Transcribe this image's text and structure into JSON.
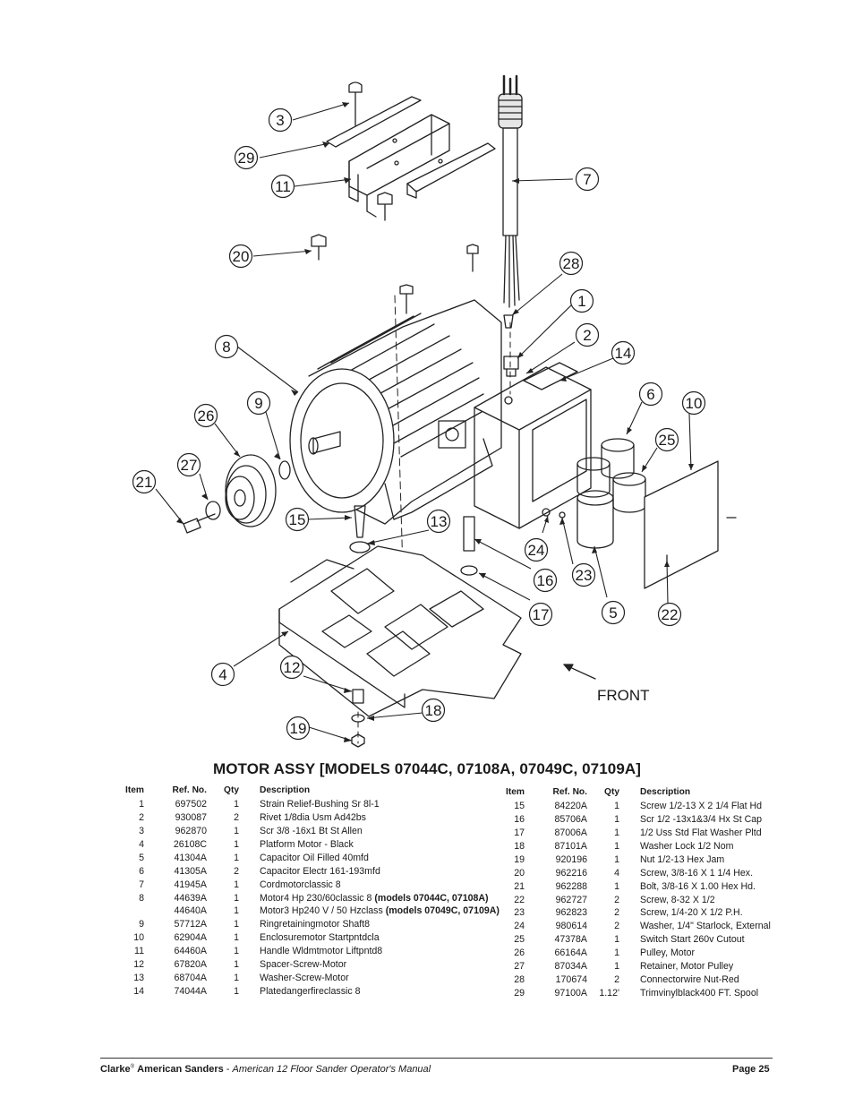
{
  "diagram": {
    "callouts": [
      "3",
      "29",
      "11",
      "20",
      "8",
      "9",
      "26",
      "27",
      "21",
      "15",
      "4",
      "12",
      "19",
      "7",
      "28",
      "1",
      "2",
      "14",
      "6",
      "10",
      "25",
      "13",
      "16",
      "17",
      "18",
      "24",
      "23",
      "5",
      "22"
    ],
    "front_label": "FRONT"
  },
  "title": "MOTOR ASSY [MODELS 07044C, 07108A, 07049C, 07109A]",
  "parts_headers": {
    "item": "Item",
    "ref": "Ref. No.",
    "qty": "Qty",
    "desc": "Description"
  },
  "parts_left": [
    {
      "item": "1",
      "ref": "697502",
      "qty": "1",
      "desc": "Strain Relief-Bushing Sr 8l-1",
      "models": ""
    },
    {
      "item": "2",
      "ref": "930087",
      "qty": "2",
      "desc": "Rivet 1/8dia Usm Ad42bs",
      "models": ""
    },
    {
      "item": "3",
      "ref": "962870",
      "qty": "1",
      "desc": "Scr 3/8 -16x1 Bt St Allen",
      "models": ""
    },
    {
      "item": "4",
      "ref": "26108C",
      "qty": "1",
      "desc": "Platform Motor - Black",
      "models": ""
    },
    {
      "item": "5",
      "ref": "41304A",
      "qty": "1",
      "desc": "Capacitor Oil Filled 40mfd",
      "models": ""
    },
    {
      "item": "6",
      "ref": "41305A",
      "qty": "2",
      "desc": "Capacitor Electr 161-193mfd",
      "models": ""
    },
    {
      "item": "7",
      "ref": "41945A",
      "qty": "1",
      "desc": "Cordmotorclassic 8",
      "models": ""
    },
    {
      "item": "8",
      "ref": "44639A",
      "qty": "1",
      "desc": "Motor4 Hp 230/60classic 8 ",
      "models": "(models 07044C, 07108A)"
    },
    {
      "item": "",
      "ref": "44640A",
      "qty": "1",
      "desc": "Motor3 Hp240 V / 50 Hzclass ",
      "models": "(models 07049C, 07109A)"
    },
    {
      "item": "9",
      "ref": "57712A",
      "qty": "1",
      "desc": "Ringretainingmotor Shaft8",
      "models": ""
    },
    {
      "item": "10",
      "ref": "62904A",
      "qty": "1",
      "desc": "Enclosuremotor Startpntdcla",
      "models": ""
    },
    {
      "item": "11",
      "ref": "64460A",
      "qty": "1",
      "desc": "Handle Wldmtmotor Liftpntd8",
      "models": ""
    },
    {
      "item": "12",
      "ref": "67820A",
      "qty": "1",
      "desc": "Spacer-Screw-Motor",
      "models": ""
    },
    {
      "item": "13",
      "ref": "68704A",
      "qty": "1",
      "desc": "Washer-Screw-Motor",
      "models": ""
    },
    {
      "item": "14",
      "ref": "74044A",
      "qty": "1",
      "desc": "Platedangerfireclassic 8",
      "models": ""
    }
  ],
  "parts_right": [
    {
      "item": "15",
      "ref": "84220A",
      "qty": "1",
      "desc": "Screw 1/2-13 X 2 1/4 Flat Hd"
    },
    {
      "item": "16",
      "ref": "85706A",
      "qty": "1",
      "desc": "Scr 1/2 -13x1&3/4 Hx St Cap"
    },
    {
      "item": "17",
      "ref": "87006A",
      "qty": "1",
      "desc": "1/2 Uss Std Flat Washer Pltd"
    },
    {
      "item": "18",
      "ref": "87101A",
      "qty": "1",
      "desc": "Washer Lock 1/2 Nom"
    },
    {
      "item": "19",
      "ref": "920196",
      "qty": "1",
      "desc": "Nut 1/2-13 Hex Jam"
    },
    {
      "item": "20",
      "ref": "962216",
      "qty": "4",
      "desc": "Screw, 3/8-16 X 1 1/4 Hex."
    },
    {
      "item": "21",
      "ref": "962288",
      "qty": "1",
      "desc": "Bolt, 3/8-16 X 1.00 Hex Hd."
    },
    {
      "item": "22",
      "ref": "962727",
      "qty": "2",
      "desc": "Screw, 8-32 X 1/2"
    },
    {
      "item": "23",
      "ref": "962823",
      "qty": "2",
      "desc": "Screw, 1/4-20 X 1/2 P.H."
    },
    {
      "item": "24",
      "ref": "980614",
      "qty": "2",
      "desc": "Washer, 1/4\" Starlock, External"
    },
    {
      "item": "25",
      "ref": "47378A",
      "qty": "1",
      "desc": "Switch Start 260v Cutout"
    },
    {
      "item": "26",
      "ref": "66164A",
      "qty": "1",
      "desc": "Pulley, Motor"
    },
    {
      "item": "27",
      "ref": "87034A",
      "qty": "1",
      "desc": "Retainer, Motor Pulley"
    },
    {
      "item": "28",
      "ref": "170674",
      "qty": "2",
      "desc": "Connectorwire Nut-Red"
    },
    {
      "item": "29",
      "ref": "97100A",
      "qty": "1.12'",
      "desc": "Trimvinylblack400 FT. Spool"
    }
  ],
  "footer": {
    "brand": "Clarke",
    "reg": "®",
    "company": "American Sanders",
    "separator": " - ",
    "manual": "American 12 Floor  Sander  Operator's  Manual",
    "page": "Page  25"
  }
}
